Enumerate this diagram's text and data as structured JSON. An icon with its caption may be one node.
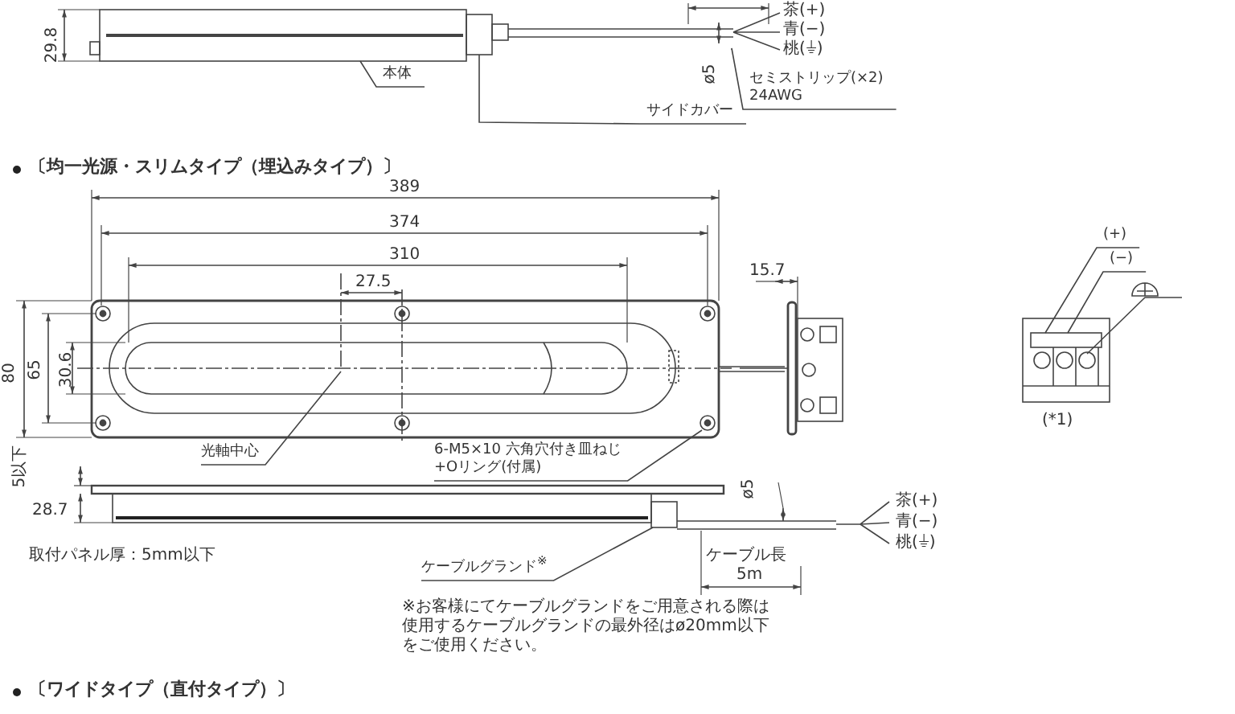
{
  "diagram": {
    "nodes": [
      {
        "text": [
          "本体"
        ]
      },
      {
        "text": [
          "サイドカバー"
        ]
      },
      {
        "text": [
          "セミストリップ(×2)",
          "24AWG"
        ]
      },
      {
        "text": [
          "光軸中心"
        ]
      },
      {
        "text": [
          "6-M5×10 六角穴付き皿ねじ",
          "+Oリング(付属)"
        ]
      },
      {
        "text": [
          "ケーブルグランド$^{※}$"
        ]
      },
      {
        "text": [
          "(+)"
        ]
      },
      {
        "text": [
          "(−)"
        ]
      },
      {
        "text": [],
        "shape": "circle"
      },
      {
        "text": [],
        "shape": "box"
      },
      {
        "text": [],
        "shape": "box"
      },
      {
        "text": [],
        "shape": "box"
      },
      {
        "text": [],
        "shape": "bar"
      }
    ],
    "edges": [
      {
        "from": 0,
        "to": 10,
        "arrow": "none"
      },
      {
        "from": 1,
        "to": 11,
        "arrow": "none"
      },
      {
        "from": 2,
        "to": 12,
        "arrow": "none"
      },
      {
        "from": 3,
        "to": null,
        "arrow": "none"
      },
      {
        "from": 4,
        "to": 8,
        "arrow": "none"
      },
      {
        "from": 5,
        "to": 9,
        "arrow": "none"
      },
      {
        "from": 6,
        "to": null,
        "arrow": "none"
      },
      {
        "from": 7,
        "to": null,
        "arrow": "none"
      }
    ],
    "labels": [
      "29.8",
      "茶(+)",
      "青(−)",
      "桃(⏚)",
      "ø5",
      "〔均一光源・スリムタイプ（埋込みタイプ）〕",
      "389",
      "374",
      "310",
      "27.5",
      "15.7",
      "80",
      "65",
      "30.6",
      "(*1)",
      "5以下",
      "28.7",
      "取付パネル厚：5mm以下",
      "ø5",
      "茶(+)",
      "青(−)",
      "桃(⏚)",
      "ケーブル長",
      "5m",
      "※お客様にてケーブルグランドをご用意される際は使用するケーブルグランドの最外径はø20mm以下をご使用ください。",
      "〔ワイドタイプ（直付タイプ）〕"
    ]
  }
}
